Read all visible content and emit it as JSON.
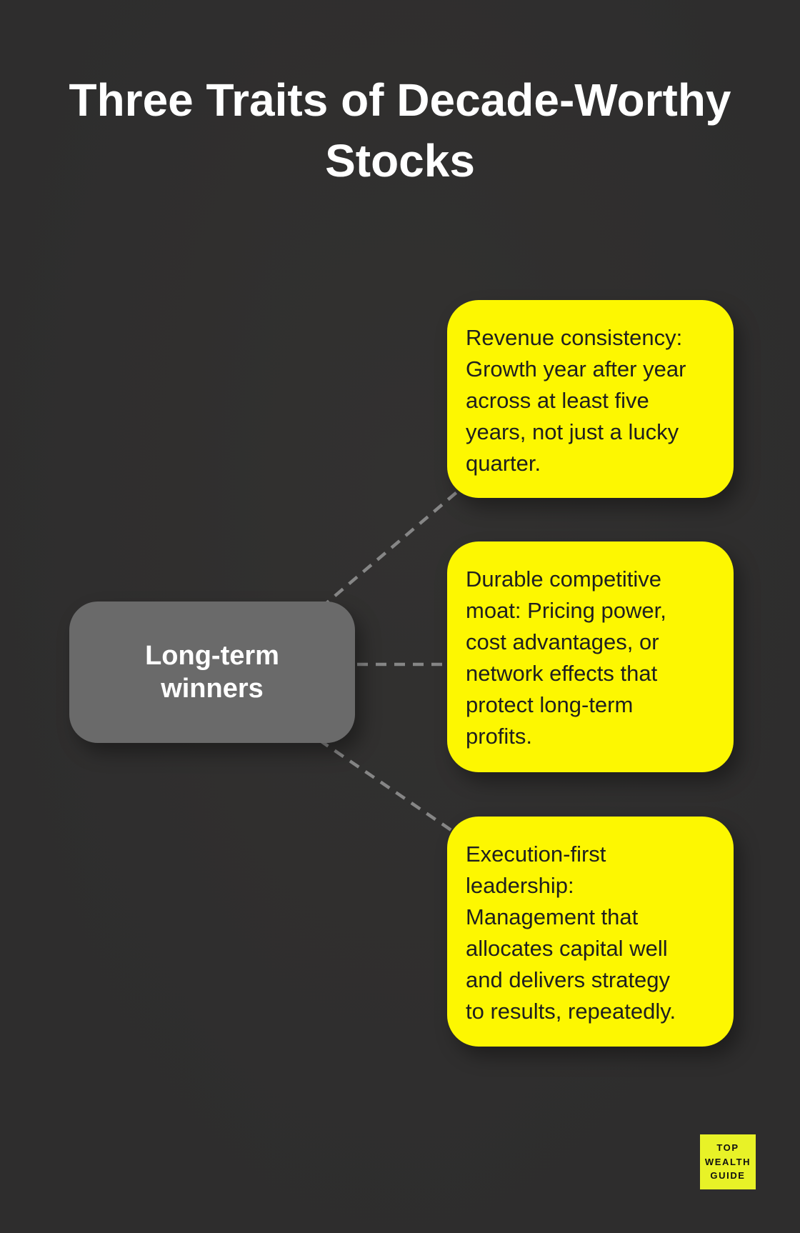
{
  "title": "Three Traits of Decade-Worthy\nStocks",
  "colors": {
    "background": "#2e2d2d",
    "accent_yellow": "#fdf701",
    "node_gray": "#6a6a6a",
    "connector_gray": "#868686",
    "badge_yellow": "#e8f227",
    "text_dark": "#1f1f1f",
    "text_light": "#ffffff"
  },
  "diagram": {
    "root_node": {
      "label": "Long-term\nwinners"
    },
    "branches": [
      {
        "text": "Revenue consistency:\nGrowth year after year\nacross at least five\nyears, not just a lucky\nquarter."
      },
      {
        "text": "Durable competitive\nmoat: Pricing power,\ncost advantages, or\nnetwork effects that\nprotect long-term\nprofits."
      },
      {
        "text": "Execution-first\nleadership:\nManagement that\nallocates capital well\nand delivers strategy\nto results, repeatedly."
      }
    ]
  },
  "badge": {
    "text": "TOP\nWEALTH\nGUIDE"
  }
}
